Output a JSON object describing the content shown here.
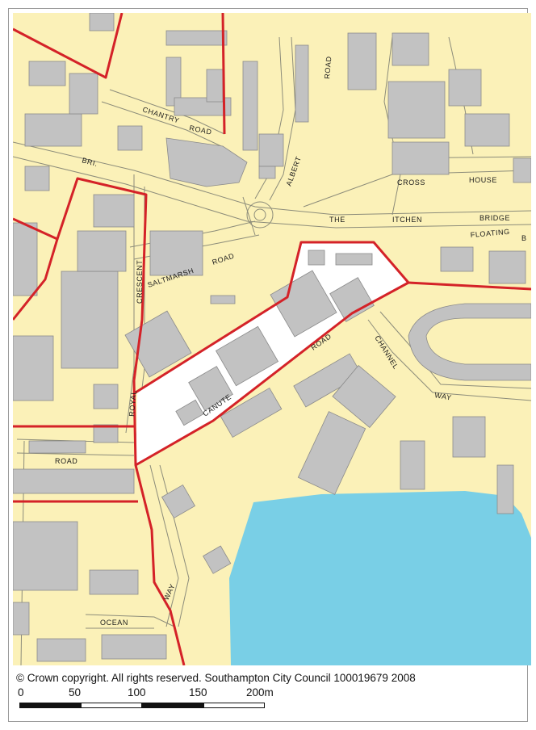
{
  "map": {
    "colors": {
      "land": "#fbf1b8",
      "water": "#79cfe6",
      "building": "#c2c2c2",
      "building_outline": "#8a8a8a",
      "road_line": "#8c8c7a",
      "boundary": "#d42228",
      "site_fill": "#ffffff"
    },
    "road_labels": {
      "chantry_road_1": "CHANTRY",
      "chantry_road_2": "ROAD",
      "albert_road_1": "ROAD",
      "albert_road_2": "ALBERT",
      "bri": "BRI.",
      "cross": "CROSS",
      "house": "HOUSE",
      "the": "THE",
      "itchen": "ITCHEN",
      "bridge": "BRIDGE",
      "floating": "FLOATING",
      "b": "B",
      "saltmarsh": "SALTMARSH",
      "saltmarsh_road": "ROAD",
      "crescent": "CRESCENT",
      "royal": "ROYAL",
      "canute_road": "ROAD",
      "canute": "CANUTE",
      "channel": "CHANNEL",
      "way": "WAY",
      "road_west": "ROAD",
      "way_south": "WAY",
      "ocean": "OCEAN"
    }
  },
  "copyright": "© Crown copyright. All rights reserved. Southampton City Council 100019679 2008",
  "scale": {
    "ticks": [
      "0",
      "50",
      "100",
      "150",
      "200m"
    ]
  }
}
